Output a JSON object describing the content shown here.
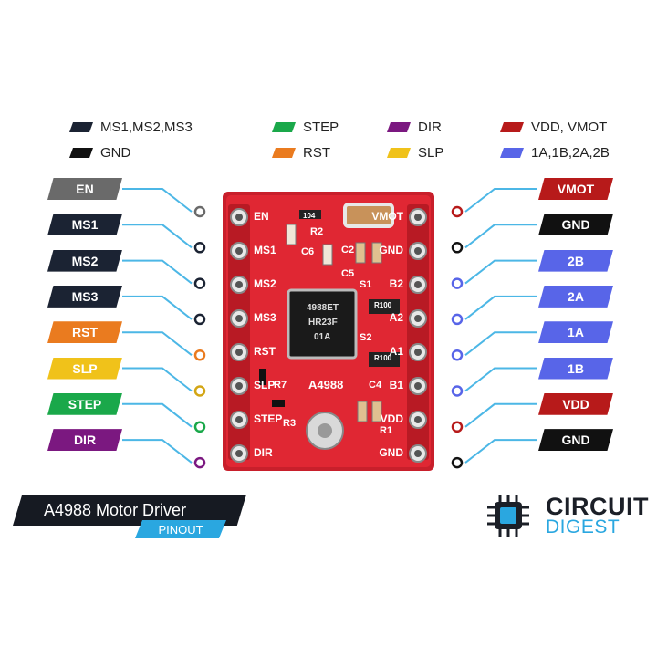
{
  "legend": [
    {
      "label": "MS1,MS2,MS3",
      "color": "#1b2333"
    },
    {
      "label": "STEP",
      "color": "#1aa84a"
    },
    {
      "label": "DIR",
      "color": "#7b1880"
    },
    {
      "label": "VDD, VMOT",
      "color": "#b71a1a"
    },
    {
      "label": "GND",
      "color": "#111111"
    },
    {
      "label": "RST",
      "color": "#ea7b1f"
    },
    {
      "label": "SLP",
      "color": "#f0c21a"
    },
    {
      "label": "1A,1B,2A,2B",
      "color": "#5865e8"
    }
  ],
  "left_pins": [
    {
      "label": "EN",
      "color": "#6a6a6a",
      "pin_color": "#6a6a6a"
    },
    {
      "label": "MS1",
      "color": "#1b2333",
      "pin_color": "#1b2333"
    },
    {
      "label": "MS2",
      "color": "#1b2333",
      "pin_color": "#1b2333"
    },
    {
      "label": "MS3",
      "color": "#1b2333",
      "pin_color": "#1b2333"
    },
    {
      "label": "RST",
      "color": "#ea7b1f",
      "pin_color": "#ea7b1f"
    },
    {
      "label": "SLP",
      "color": "#f0c21a",
      "pin_color": "#d3a615"
    },
    {
      "label": "STEP",
      "color": "#1aa84a",
      "pin_color": "#1aa84a"
    },
    {
      "label": "DIR",
      "color": "#7b1880",
      "pin_color": "#7b1880"
    }
  ],
  "right_pins": [
    {
      "label": "VMOT",
      "color": "#b71a1a",
      "pin_color": "#b71a1a"
    },
    {
      "label": "GND",
      "color": "#111111",
      "pin_color": "#111111"
    },
    {
      "label": "2B",
      "color": "#5865e8",
      "pin_color": "#5865e8"
    },
    {
      "label": "2A",
      "color": "#5865e8",
      "pin_color": "#5865e8"
    },
    {
      "label": "1A",
      "color": "#5865e8",
      "pin_color": "#5865e8"
    },
    {
      "label": "1B",
      "color": "#5865e8",
      "pin_color": "#5865e8"
    },
    {
      "label": "VDD",
      "color": "#b71a1a",
      "pin_color": "#b71a1a"
    },
    {
      "label": "GND",
      "color": "#111111",
      "pin_color": "#111111"
    }
  ],
  "wire_color": "#4cb7e6",
  "board": {
    "pcb_color": "#d8232f",
    "chip_marking_1": "4988ET",
    "chip_marking_2": "HR23F",
    "chip_marking_3": "01A",
    "chip_name": "A4988",
    "silk_left": [
      "EN",
      "MS1",
      "MS2",
      "MS3",
      "RST",
      "SLP",
      "STEP",
      "DIR"
    ],
    "silk_right": [
      "VMOT",
      "GND",
      "B2",
      "A2",
      "A1",
      "B1",
      "VDD",
      "GND"
    ],
    "silk_parts": [
      "R2",
      "C6",
      "C2",
      "C5",
      "S1",
      "S2",
      "C4",
      "R3",
      "R1",
      "R7",
      "104"
    ],
    "resistor_values": [
      "R100",
      "R100"
    ]
  },
  "title": "A4988 Motor Driver",
  "subtitle": "PINOUT",
  "brand": {
    "top": "CIRCUIT",
    "bottom": "DIGEST"
  }
}
